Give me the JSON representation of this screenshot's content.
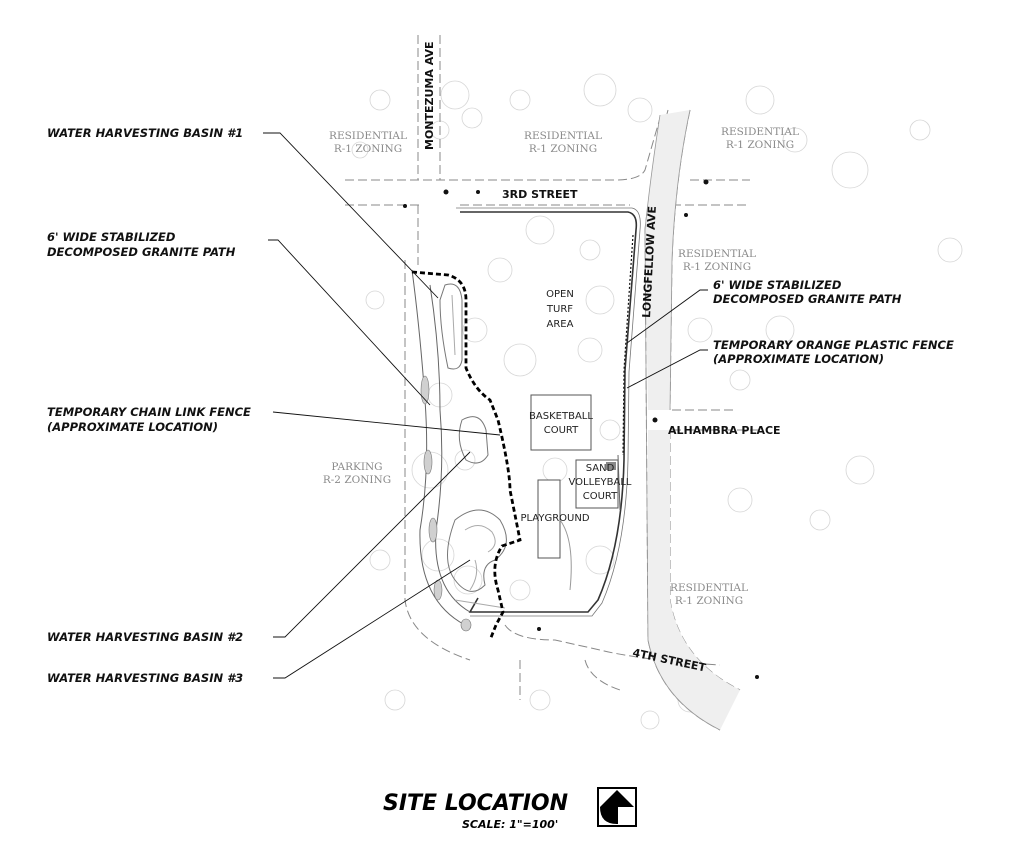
{
  "callouts": {
    "basin1": "WATER HARVESTING BASIN #1",
    "path_left_line1": "6' WIDE STABILIZED",
    "path_left_line2": "DECOMPOSED GRANITE PATH",
    "chain_line1": "TEMPORARY CHAIN LINK FENCE",
    "chain_line2": "(APPROXIMATE LOCATION)",
    "basin2": "WATER HARVESTING BASIN #2",
    "basin3": "WATER HARVESTING BASIN #3",
    "path_right_line1": "6' WIDE STABILIZED",
    "path_right_line2": "DECOMPOSED GRANITE PATH",
    "orange_line1": "TEMPORARY ORANGE PLASTIC FENCE",
    "orange_line2": "(APPROXIMATE LOCATION)"
  },
  "zones": {
    "res_nw_1": "RESIDENTIAL",
    "res_nw_2": "R-1 ZONING",
    "res_n_1": "RESIDENTIAL",
    "res_n_2": "R-1 ZONING",
    "res_ne_1": "RESIDENTIAL",
    "res_ne_2": "R-1 ZONING",
    "res_e_1": "RESIDENTIAL",
    "res_e_2": "R-1 ZONING",
    "res_se_1": "RESIDENTIAL",
    "res_se_2": "R-1 ZONING",
    "parking_1": "PARKING",
    "parking_2": "R-2 ZONING"
  },
  "streets": {
    "montezuma": "MONTEZUMA AVE",
    "third": "3RD STREET",
    "longfellow": "LONGFELLOW AVE",
    "alhambra": "ALHAMBRA PLACE",
    "fourth": "4TH STREET"
  },
  "features": {
    "turf_1": "OPEN",
    "turf_2": "TURF",
    "turf_3": "AREA",
    "basketball_1": "BASKETBALL",
    "basketball_2": "COURT",
    "volley_1": "SAND",
    "volley_2": "VOLLEYBALL",
    "volley_3": "COURT",
    "playground": "PLAYGROUND"
  },
  "title": {
    "main": "SITE LOCATION",
    "scale": "SCALE: 1\"=100'"
  },
  "icons": {
    "north_arrow": "north-arrow-icon"
  }
}
